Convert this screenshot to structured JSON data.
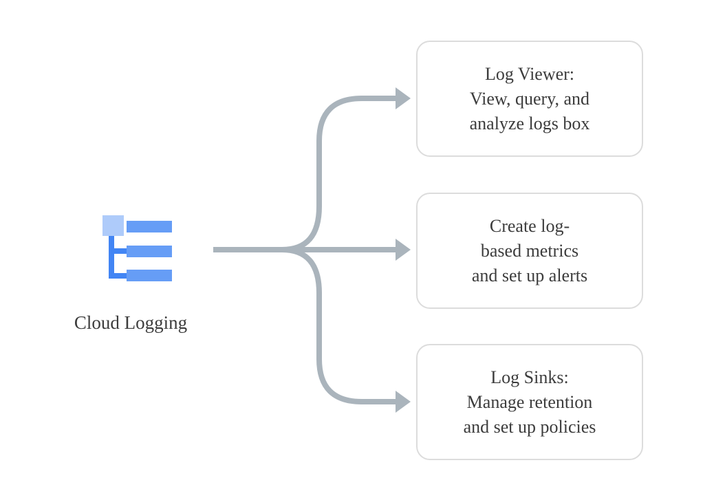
{
  "source": {
    "label": "Cloud Logging",
    "icon": "cloud-logging-icon"
  },
  "targets": [
    {
      "lines": [
        "Log Viewer:",
        "View, query, and",
        "analyze logs box"
      ]
    },
    {
      "lines": [
        "Create log-",
        "based metrics",
        "and set up alerts"
      ]
    },
    {
      "lines": [
        "Log Sinks:",
        "Manage retention",
        "and set up policies"
      ]
    }
  ],
  "colors": {
    "connector": "#aab4bc",
    "box_border": "#dcdcdc",
    "icon_light": "#aecbfa",
    "icon_mid": "#669df6",
    "icon_dark": "#4285f4",
    "text": "#3c3c3c"
  }
}
